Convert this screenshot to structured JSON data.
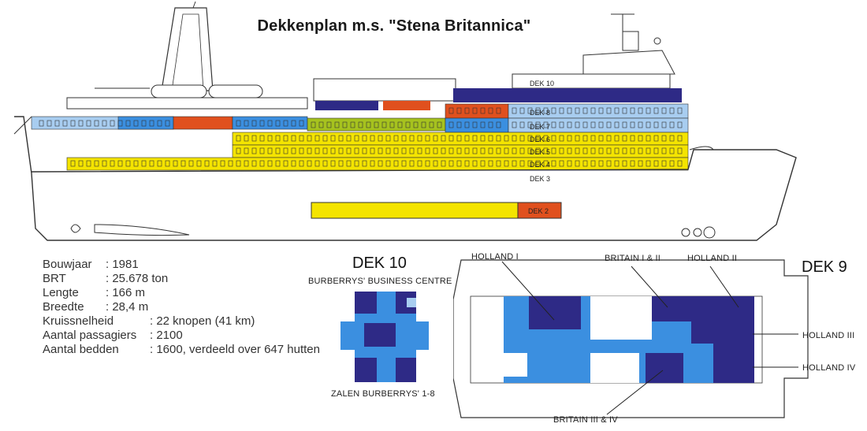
{
  "title": "Dekkenplan m.s. \"Stena Britannica\"",
  "decks": {
    "dek10": "DEK 10",
    "dek9": "DEK 9",
    "dek8": "DEK 8",
    "dek7": "DEK 7",
    "dek6": "DEK 6",
    "dek5": "DEK 5",
    "dek4": "DEK 4",
    "dek3": "DEK 3",
    "dek2": "DEK 2"
  },
  "specs": [
    {
      "label": "Bouwjaar",
      "value": ": 1981"
    },
    {
      "label": "BRT",
      "value": ": 25.678 ton"
    },
    {
      "label": "Lengte",
      "value": ": 166 m"
    },
    {
      "label": "Breedte",
      "value": ": 28,4 m"
    },
    {
      "label": "Kruissnelheid",
      "value": ": 22 knopen (41 km)"
    },
    {
      "label": "Aantal passagiers",
      "value": ": 2100"
    },
    {
      "label": "Aantal bedden",
      "value": ": 1600, verdeeld over 647 hutten"
    }
  ],
  "dek10_plan": {
    "heading": "DEK 10",
    "top_label": "BURBERRYS' BUSINESS CENTRE",
    "bottom_label": "ZALEN BURBERRYS' 1-8"
  },
  "dek9_plan": {
    "heading": "DEK 9",
    "labels": {
      "holland_1": "HOLLAND I",
      "britain_1_2": "BRITAIN I & II",
      "holland_2": "HOLLAND II",
      "holland_3": "HOLLAND III",
      "holland_4": "HOLLAND IV",
      "britain_3_4": "BRITAIN III & IV"
    }
  },
  "colors": {
    "yellow": "#f4e400",
    "light_blue": "#a8cdf0",
    "mid_blue": "#3b8fe0",
    "navy": "#2e2a86",
    "red": "#e0501e",
    "green": "#a6c21e",
    "hull_line": "#333333"
  }
}
